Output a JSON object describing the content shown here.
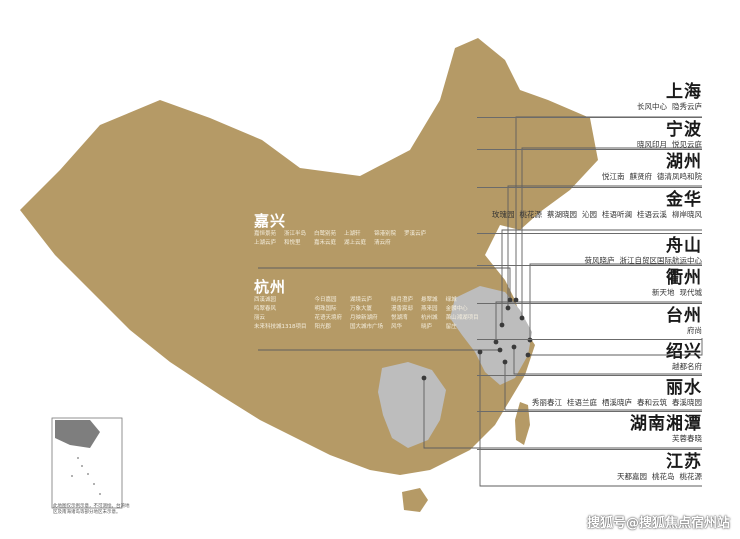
{
  "colors": {
    "map_fill": "#b59a66",
    "map_highlight": "#bdbdbd",
    "leader_line": "#5e5e5e",
    "text": "#1a1a1a"
  },
  "cities": [
    {
      "name": "上海",
      "projects": [
        "长风中心",
        "隐秀云庐"
      ]
    },
    {
      "name": "宁波",
      "projects": [
        "晓风印月",
        "悦见云庭"
      ]
    },
    {
      "name": "湖州",
      "projects": [
        "悦江南",
        "麒贤府",
        "德清凤鸣和院"
      ]
    },
    {
      "name": "金华",
      "projects": [
        "玫瑰园",
        "桃花源",
        "蔡湖晓园",
        "沁园",
        "桂语听澜",
        "桂语云溪",
        "柳岸晓风"
      ]
    },
    {
      "name": "舟山",
      "projects": [
        "荷风晓庐",
        "浙江自贸区国际航运中心"
      ]
    },
    {
      "name": "衢州",
      "projects": [
        "新天地",
        "现代城"
      ]
    },
    {
      "name": "台州",
      "projects": [
        "府尚"
      ]
    },
    {
      "name": "绍兴",
      "projects": [
        "越都名府"
      ]
    },
    {
      "name": "丽水",
      "projects": [
        "秀丽春江",
        "桂语兰庭",
        "栖溪晓庐",
        "春和云筑",
        "春溪晓园"
      ]
    },
    {
      "name": "湖南湘潭",
      "projects": [
        "芙蓉春晓"
      ]
    },
    {
      "name": "江苏",
      "projects": [
        "天都嘉园",
        "桃花岛",
        "桃花源"
      ]
    }
  ],
  "jiaxing": {
    "name": "嘉兴",
    "projects": [
      "嘉恒景苑",
      "浙江半岛",
      "白鹭别苑",
      "上湖轩",
      "锦港别院",
      "罗溪云庐",
      "上湖云庐",
      "和悦里",
      "嘉禾云庭",
      "湖上云庭",
      "清云府"
    ]
  },
  "hangzhou": {
    "name": "杭州",
    "projects": [
      "西溪诚园",
      "今日嘉园",
      "湖境云庐",
      "晓月澄庐",
      "悬翠城",
      "绿城",
      "鸣翠春风",
      "明珠国际",
      "万象大厦",
      "漫香宸邸",
      "燕来园",
      "金麟中心",
      "丽云",
      "花语天境府",
      "月映新湖府",
      "悦湖湾",
      "杭州城",
      "萧山湘湖项目",
      "未来科技城1318项目",
      "阳光郡",
      "国大城市广场",
      "风华",
      "晓庐",
      "留庄"
    ]
  },
  "inset_note": "此地图仅示例示意，不可测绘。台湾地区及南海诸岛等部分地区未示意。",
  "watermark": "搜狐号@搜狐焦点宿州站"
}
